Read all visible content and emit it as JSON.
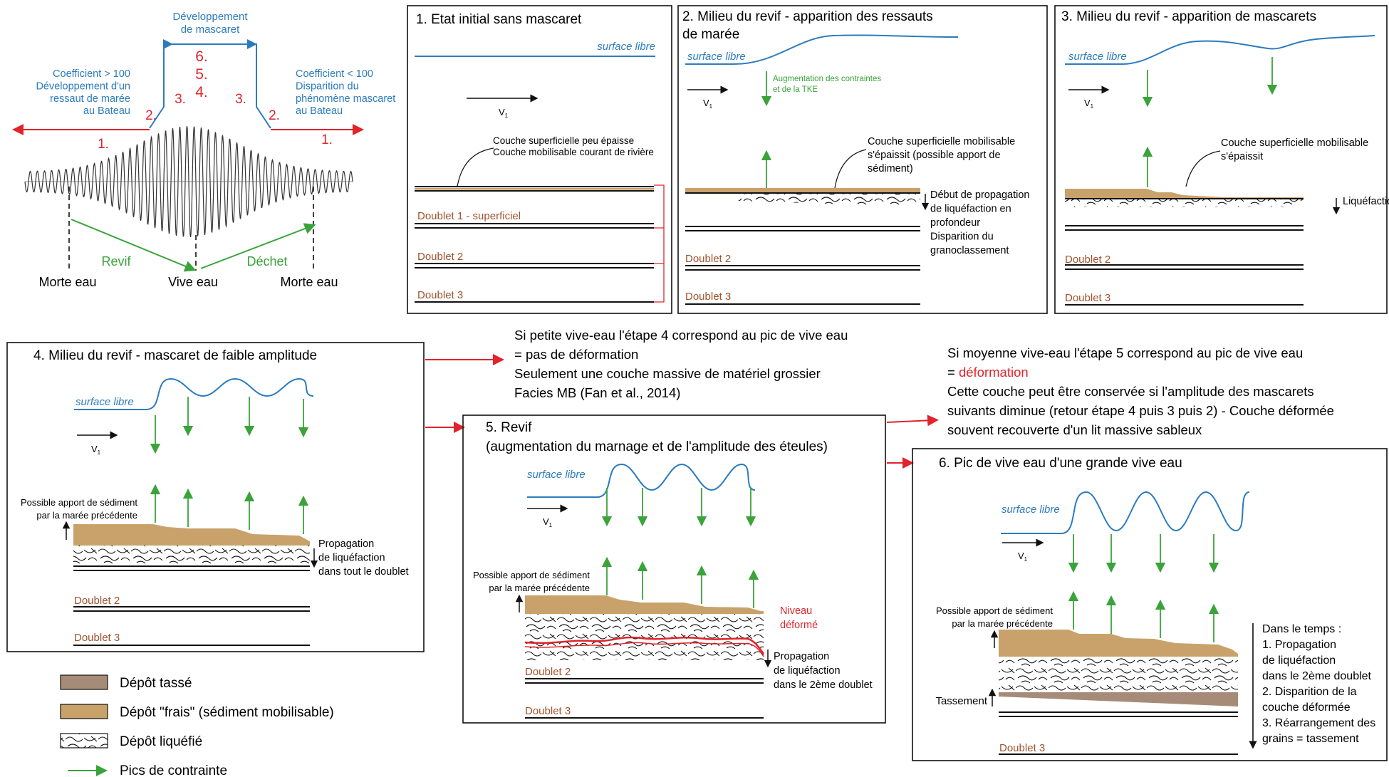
{
  "colors": {
    "water": "#2c7bbd",
    "green": "#3aa33a",
    "sand": "#c9a26b",
    "packed": "#a68c78",
    "red": "#e0242b",
    "doublet_label": "#a0522d",
    "ink": "#111111"
  },
  "tide_panel": {
    "title": "Développement\nde mascaret",
    "left_note": "Coefficient > 100\nDéveloppement d'un\nressaut de marée\nau Bateau",
    "right_note": "Coefficient < 100\nDisparition du\nphénomène mascaret\nau Bateau",
    "steps_center": "6.\n5.\n4.",
    "step3": "3.",
    "step2": "2.",
    "step1": "1.",
    "revif": "Revif",
    "dechet": "Déchet",
    "morte_eau": "Morte eau",
    "vive_eau": "Vive eau"
  },
  "common": {
    "surface_libre": "surface libre",
    "v1": "V",
    "v1_sub": "1",
    "doublet1": "Doublet 1 - superficiel",
    "doublet2": "Doublet 2",
    "doublet3": "Doublet 3",
    "apport": "Possible apport de sédiment\npar la marée précédente"
  },
  "panel1": {
    "title": "1. Etat initial sans mascaret",
    "note": "Couche superficielle peu épaisse\nCouche mobilisable courant de rivière"
  },
  "panel2": {
    "title": "2. Milieu du revif - apparition des ressauts\nde marée",
    "green_note": "Augmentation des contraintes\net de la TKE",
    "layer_note": "Couche superficielle mobilisable\ns'épaissit (possible apport de\nsédiment)",
    "liq_note": "Début de propagation\nde liquéfaction en\nprofondeur\nDisparition du\ngranoclassement"
  },
  "panel3": {
    "title": "3. Milieu du revif - apparition de mascarets",
    "layer_note": "Couche superficielle mobilisable\ns'épaissit",
    "liq_note": "Liquéfaction"
  },
  "panel4": {
    "title": "4. Milieu du revif - mascaret de faible amplitude",
    "liq_note": "Propagation\nde liquéfaction\ndans tout le doublet"
  },
  "note4": {
    "text": "Si petite vive-eau l'étape 4 correspond au pic de vive eau\n= pas de déformation\nSeulement une couche massive de matériel grossier\nFacies MB (Fan et al., 2014)"
  },
  "panel5": {
    "title": "5. Revif\n(augmentation du marnage et de l'amplitude des éteules)",
    "deformed": "Niveau\ndéformé",
    "liq_note": "Propagation\nde liquéfaction\ndans le 2ème doublet"
  },
  "note5": {
    "line1": "Si moyenne vive-eau l'étape 5 correspond au pic de vive eau",
    "eq": "= ",
    "deformation": "déformation",
    "rest": "Cette couche peut être conservée si l'amplitude des mascarets\nsuivants diminue (retour étape 4 puis 3 puis 2) - Couche déformée\nsouvent recouverte d'un lit massive sableux"
  },
  "panel6": {
    "title": "6. Pic de vive eau d'une grande vive eau",
    "tassement": "Tassement",
    "time_note": "Dans le temps :\n1. Propagation\nde liquéfaction\ndans le 2ème doublet\n2. Disparition de la\ncouche déformée\n3. Réarrangement des\ngrains = tassement"
  },
  "legend": {
    "packed": "Dépôt tassé",
    "fresh": "Dépôt \"frais\" (sédiment mobilisable)",
    "liquefied": "Dépôt liquéfié",
    "stress": "Pics de contrainte"
  }
}
